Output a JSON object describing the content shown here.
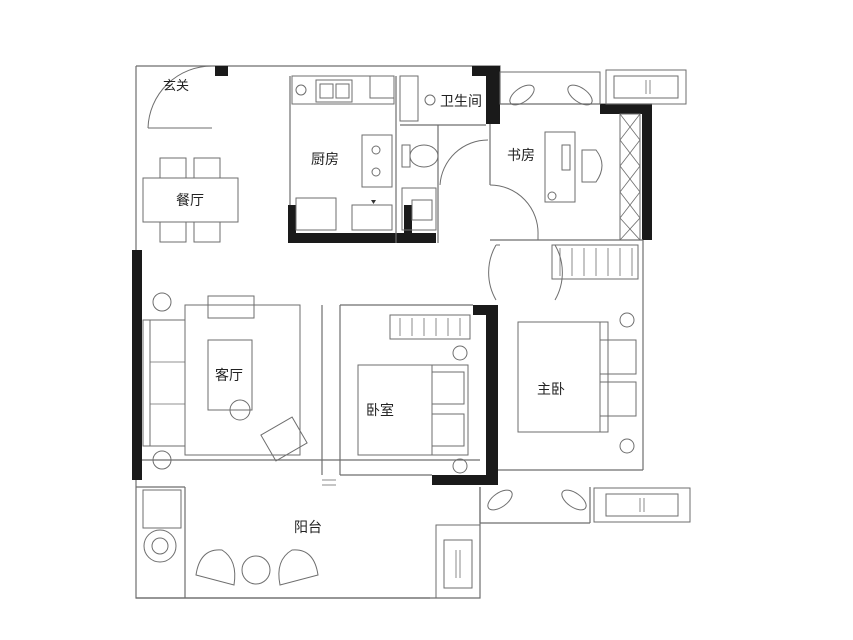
{
  "rooms": {
    "entrance": "玄关",
    "kitchen": "厨房",
    "bathroom": "卫生间",
    "study": "书房",
    "dining": "餐厅",
    "living": "客厅",
    "bedroom": "卧室",
    "master_bedroom": "主卧",
    "balcony": "阳台"
  },
  "colors": {
    "wall": "#1a1a1a",
    "line": "#6e6e6e",
    "text": "#222222",
    "background": "#ffffff"
  }
}
